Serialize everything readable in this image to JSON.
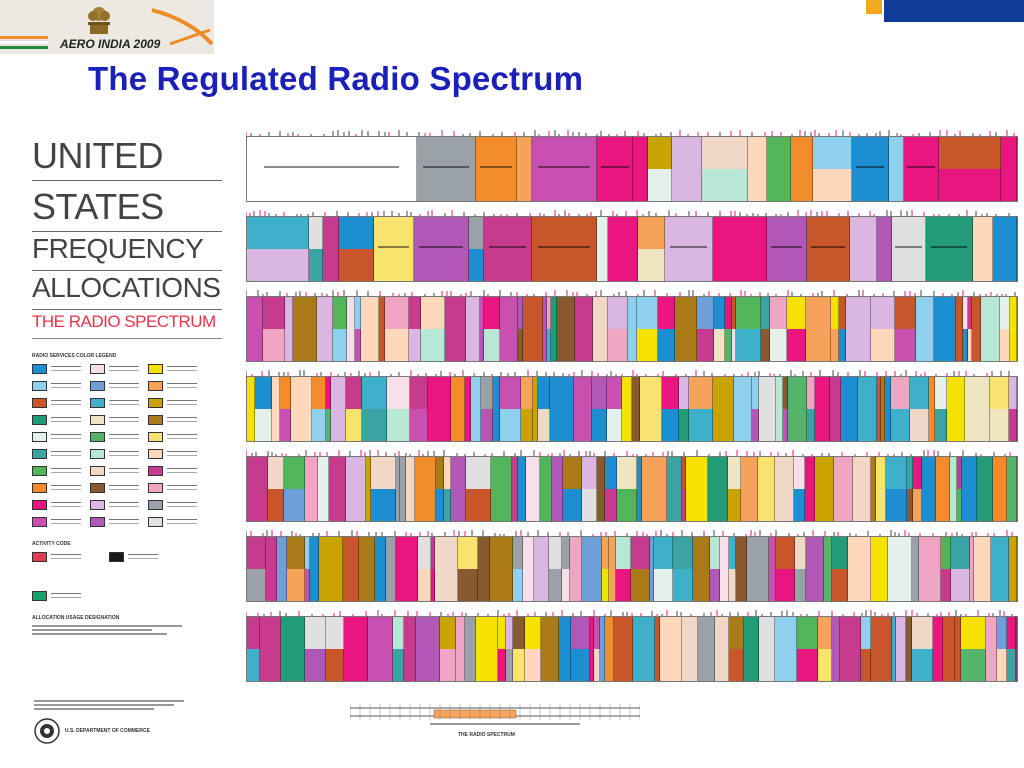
{
  "logo": {
    "text": "AERO INDIA 2009"
  },
  "slide": {
    "title": "The Regulated Radio Spectrum"
  },
  "chart_heading": {
    "line1": "UNITED",
    "line2": "STATES",
    "line3": "FREQUENCY",
    "line4": "ALLOCATIONS",
    "line5": "THE RADIO SPECTRUM"
  },
  "legend": {
    "title": "RADIO SERVICES COLOR LEGEND",
    "activity_title": "ACTIVITY CODE",
    "allocation_title": "ALLOCATION USAGE DESIGNATION",
    "swatches": [
      "#1d8ed1",
      "#f6dfe8",
      "#f5e200",
      "#8fd0ee",
      "#6f9fd8",
      "#f5a35b",
      "#c9552a",
      "#3fb0c9",
      "#c9a400",
      "#229b79",
      "#efe6c1",
      "#a97a15",
      "#e3f1ea",
      "#56b36a",
      "#f7e36d",
      "#3aa4a4",
      "#b6e8d5",
      "#ffd7ba",
      "#52b55a",
      "#f1d7c6",
      "#c73b8f",
      "#f28c2a",
      "#8a5a2f",
      "#f0a6c3",
      "#e8167e",
      "#d9b7e2",
      "#9ba1a8",
      "#c850b0",
      "#b157b5",
      "#e0e0e0"
    ],
    "activity_colors": [
      "#e23b53",
      "#1a1a1a",
      "#18a06a"
    ]
  },
  "footer": {
    "org": "U.S. DEPARTMENT OF COMMERCE",
    "chart_caption": "THE RADIO SPECTRUM"
  },
  "palette": {
    "title_blue": "#1b21b8",
    "corner_blue": "#0f3c96",
    "corner_orange": "#f3a81f",
    "heading_red": "#e8334a"
  }
}
